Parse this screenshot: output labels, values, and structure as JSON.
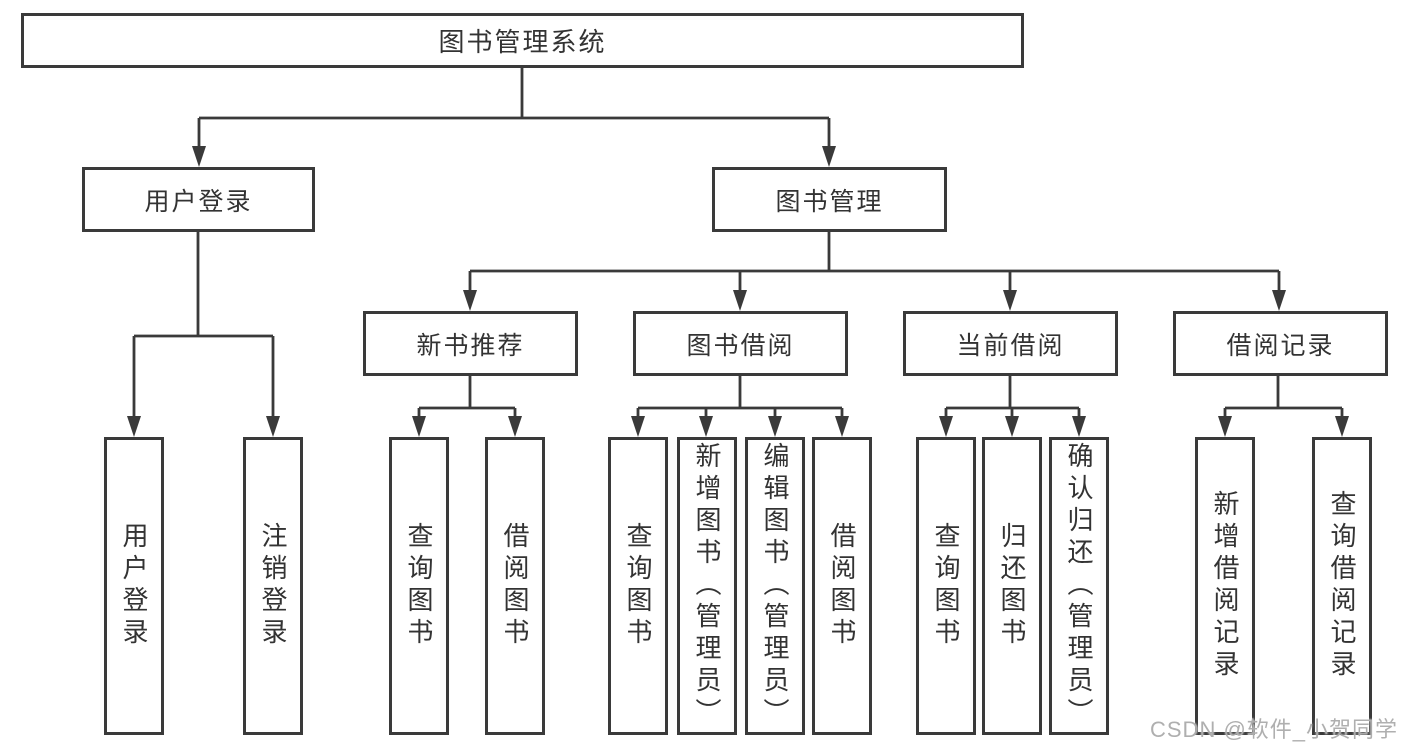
{
  "nodes": {
    "root": "图书管理系统",
    "level2": {
      "user_login": "用户登录",
      "book_mgmt": "图书管理"
    },
    "level3": {
      "new_book_rec": "新书推荐",
      "book_borrow": "图书借阅",
      "current_borrow": "当前借阅",
      "borrow_records": "借阅记录"
    },
    "leaves": {
      "login": "用户登录",
      "logout": "注销登录",
      "rec_query_book": "查询图书",
      "rec_borrow_book": "借阅图书",
      "bor_query_book": "查询图书",
      "bor_add_book": "新增图书（管理员）",
      "bor_edit_book": "编辑图书（管理员）",
      "bor_borrow_book": "借阅图书",
      "cur_query_book": "查询图书",
      "cur_return_book": "归还图书",
      "cur_confirm_return": "确认归还（管理员）",
      "rcd_add_record": "新增借阅记录",
      "rcd_query_record": "查询借阅记录"
    }
  },
  "watermark": "CSDN @软件_小贺同学",
  "colors": {
    "line": "#3a3a3a",
    "box_border": "#3a3a3a",
    "background": "#ffffff",
    "watermark_text": "#ababab"
  }
}
